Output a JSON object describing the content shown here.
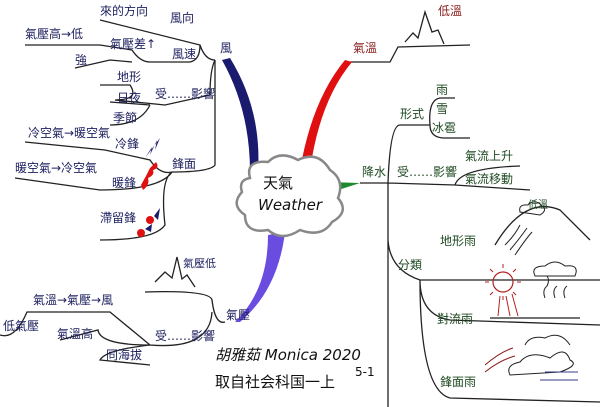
{
  "center": {
    "title": "天氣",
    "subtitle": "Weather"
  },
  "colors": {
    "wind": "#1a1a6e",
    "temperature": "#e01010",
    "precipitation": "#1e8a2e",
    "pressure": "#6a4ce0"
  },
  "wind": {
    "label": "風",
    "direction": {
      "label": "風向",
      "detail": "來的方向"
    },
    "speed": {
      "label": "風速",
      "detail": "氣壓差↑",
      "cause": "氣壓高→低",
      "result": "強"
    },
    "influence": {
      "label": "受……影響",
      "items": [
        "地形",
        "日夜",
        "季節"
      ]
    },
    "fronts": {
      "label": "鋒面",
      "cold": {
        "label": "冷鋒",
        "detail": "冷空氣→暖空氣"
      },
      "warm": {
        "label": "暖鋒",
        "detail": "暖空氣→冷空氣"
      },
      "stationary": {
        "label": "滯留鋒"
      }
    }
  },
  "temperature": {
    "label": "氣溫",
    "mountain_note": "低溫"
  },
  "precipitation": {
    "label": "降水",
    "forms": {
      "label": "形式",
      "items": [
        "雨",
        "雪",
        "冰雹"
      ]
    },
    "influence": {
      "label": "受……影響",
      "items": [
        "氣流上升",
        "氣流移動"
      ]
    },
    "types": {
      "label": "分類",
      "orographic": "地形雨",
      "orographic_note": "低溫",
      "convective": "對流雨",
      "frontal": "鋒面雨"
    }
  },
  "pressure": {
    "label": "氣壓",
    "mountain_note": "氣壓低",
    "influence": {
      "label": "受……影響",
      "chain": "氣溫→氣壓→風",
      "high_temp": "氣溫高",
      "low_pressure": "低氣壓",
      "same_altitude": "同海拔"
    }
  },
  "signature": {
    "author": "胡雅茹 Monica 2020",
    "source": "取自社会科国一上",
    "page": "5-1"
  }
}
